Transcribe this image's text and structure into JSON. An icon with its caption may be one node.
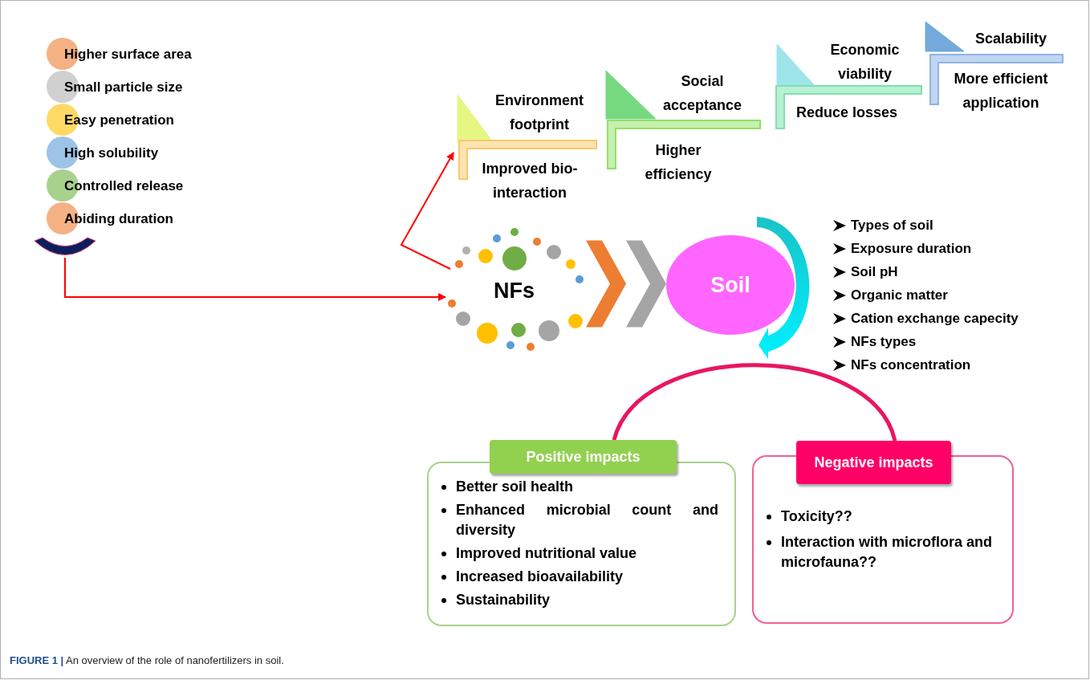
{
  "diagram": {
    "caption": "**FIGURE 1 |** An overview of the role of nanofertilizers in soil.",
    "nodes": [
      {
        "text": [
          "Higher surface area"
        ]
      },
      {
        "text": [
          "Small particle size"
        ]
      },
      {
        "text": [
          "Easy penetration"
        ]
      },
      {
        "text": [
          "High solubility"
        ]
      },
      {
        "text": [
          "Controlled release"
        ]
      },
      {
        "text": [
          "Abiding duration"
        ]
      },
      {
        "text": [],
        "shape": "arc"
      },
      {
        "text": [
          "NFs"
        ]
      },
      {
        "text": [
          "Soil"
        ]
      },
      {
        "text": [
          "Environment footprint",
          "Improved bio-interaction"
        ]
      },
      {
        "text": [
          "Social acceptance",
          "Higher efficiency"
        ]
      },
      {
        "text": [
          "Economic viability",
          "Reduce losses"
        ]
      },
      {
        "text": [
          "Scalability",
          "More efficient application"
        ]
      },
      {
        "text": [
          "Positive impacts",
          "Better soil health",
          "Enhanced microbial count and diversity",
          "Improved nutritional value",
          "Increased bioavailability",
          "Sustainability"
        ]
      },
      {
        "text": [
          "Negative impacts",
          "Toxicity??",
          "Interaction with microflora and microfauna??"
        ]
      }
    ],
    "edges": [
      {
        "from": 6,
        "to": 7,
        "arrow": "to",
        "color": "#ff0000"
      },
      {
        "from": 7,
        "to": 9,
        "arrow": "to",
        "color": "#ff0000"
      },
      {
        "from": 7,
        "to": 8,
        "arrow": "to",
        "color": "#ed7d31"
      },
      {
        "from": 13,
        "to": 14,
        "arrow": "none",
        "style": "thick",
        "color": "#e8175d"
      }
    ],
    "labels": [
      "Types of soil",
      "Exposure duration",
      "Soil pH",
      "Organic matter",
      "Cation exchange capecity",
      "NFs types",
      "NFs concentration"
    ]
  }
}
